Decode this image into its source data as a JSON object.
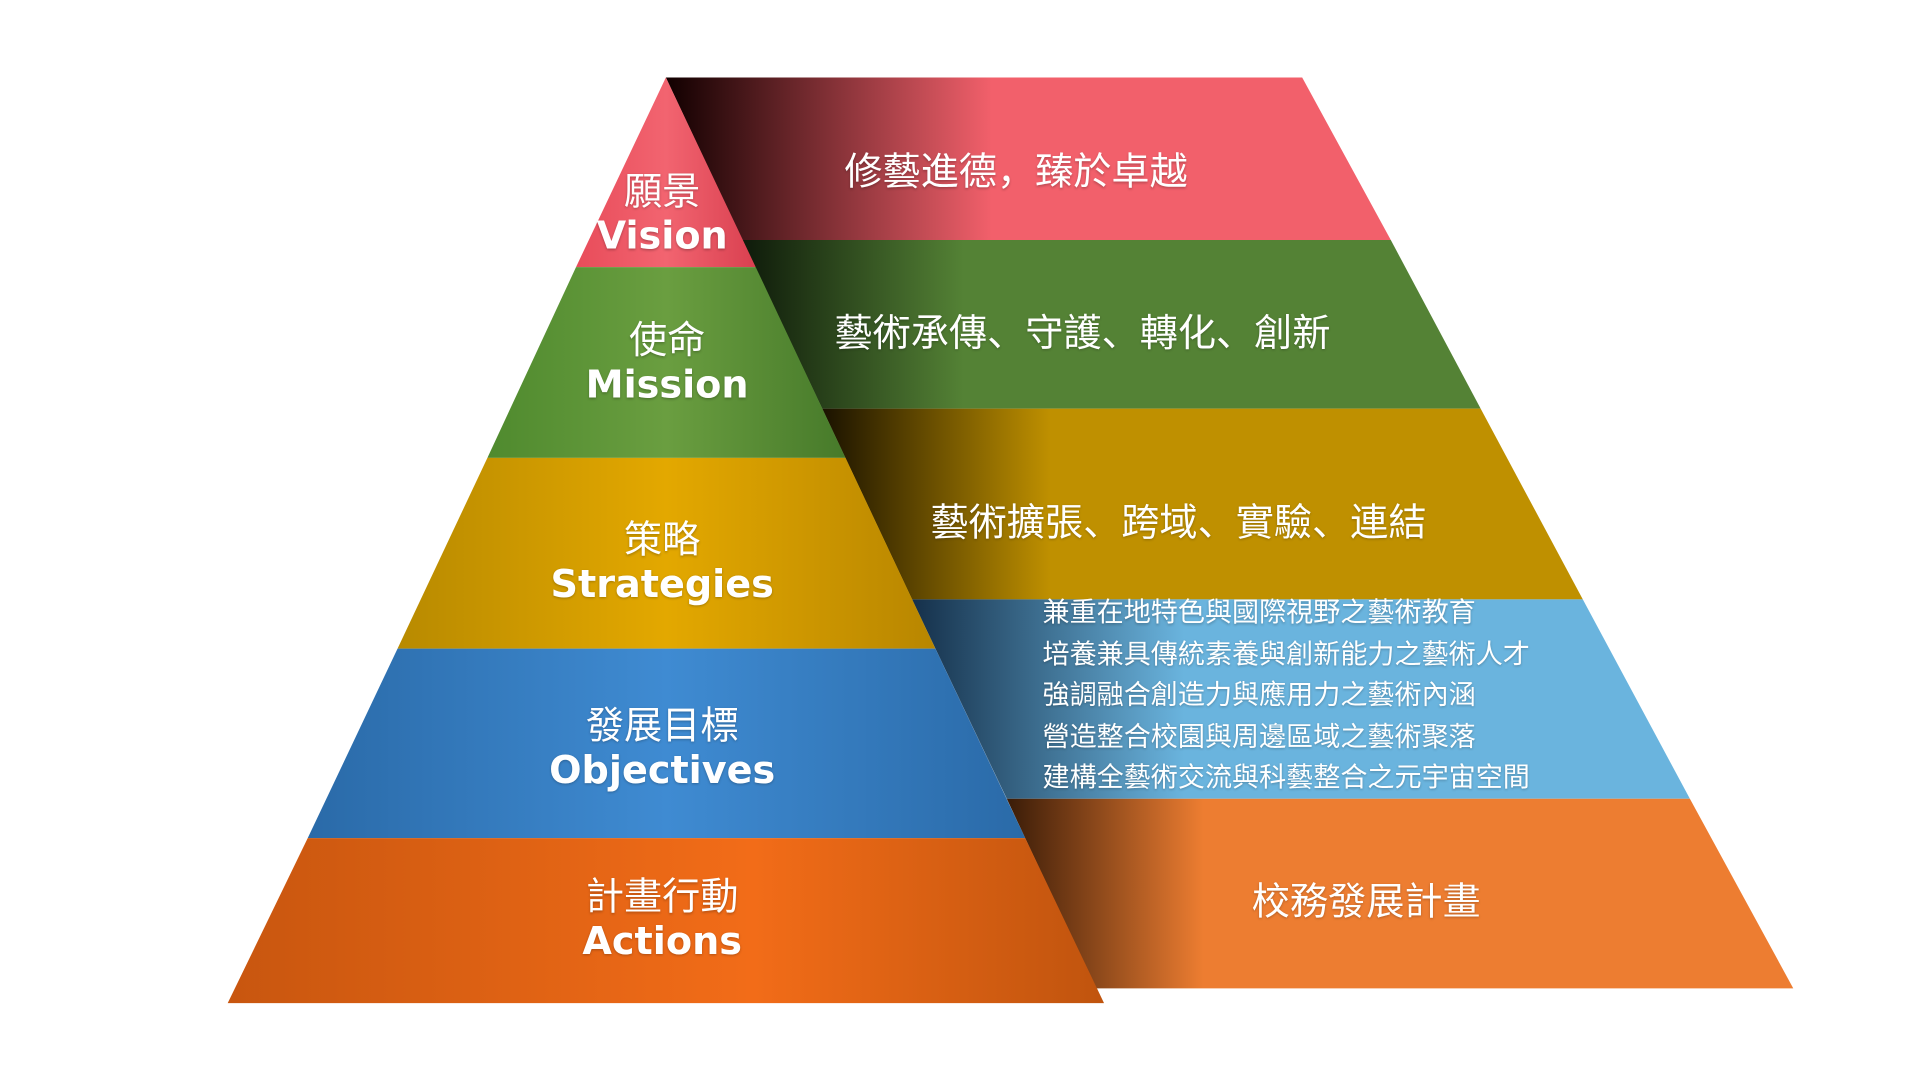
{
  "levels": [
    {
      "zh": "願景",
      "en": "Vision",
      "content": "修藝進德，臻於卓越",
      "color": "#f2606b"
    },
    {
      "zh": "使命",
      "en": "Mission",
      "content": "藝術承傳、守護、轉化、創新",
      "color": "#548235"
    },
    {
      "zh": "策略",
      "en": "Strategies",
      "content": "藝術擴張、跨域、實驗、連結",
      "color": "#bf9000"
    },
    {
      "zh": "發展目標",
      "en": "Objectives",
      "content_lines": [
        "兼重在地特色與國際視野之藝術教育",
        "培養兼具傳統素養與創新能力之藝術人才",
        "強調融合創造力與應用力之藝術內涵",
        "營造整合校園與周邊區域之藝術聚落",
        "建構全藝術交流與科藝整合之元宇宙空間"
      ],
      "color": "#6ab4de"
    },
    {
      "zh": "計畫行動",
      "en": "Actions",
      "content": "校務發展計畫",
      "color": "#ed7d31"
    }
  ]
}
